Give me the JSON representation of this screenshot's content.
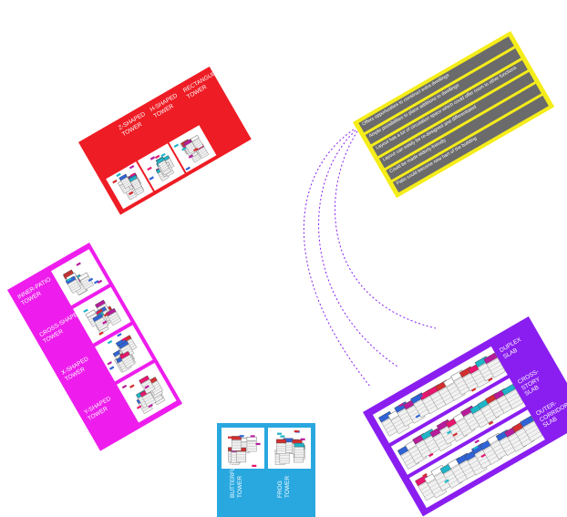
{
  "colors": {
    "red": "#ee1c24",
    "magenta": "#ee1ded",
    "blue": "#29a8e0",
    "purple": "#8a1ef0",
    "yellow": "#f5ed1a",
    "grey": "#6b6b6b",
    "dash": "#8a1ef0"
  },
  "red_panel": {
    "labels": [
      "RECTANGULAR\nTOWER",
      "H-SHAPED\nTOWER",
      "Z-SHAPED\nTOWER"
    ]
  },
  "magenta_panel": {
    "labels": [
      "INNER-PATIO\nTOWER",
      "CROSS-SHAPED\nTOWER",
      "X-SHAPED\nTOWER",
      "Y-SHAPED\nTOWER"
    ]
  },
  "blue_panel": {
    "labels": [
      "BUTTERFLY\nTOWER",
      "FROG\nTOWER"
    ]
  },
  "purple_panel": {
    "labels": [
      "DUPLEX\nSLAB",
      "CROSS-STORY\nSLAB",
      "OUTER-\nCORRIDOR SLAB"
    ]
  },
  "yellow_panel": {
    "items": [
      "Offers opportunities to construct extra dwellings",
      "Ample possibilities to place additions to dwellings",
      "Layout has a lot of circulation space which could offer room to other functions",
      "Layout can easily be re-designed and differentiated",
      "Could be made elderly-friendly",
      "Patio could become new hart of the building"
    ]
  }
}
